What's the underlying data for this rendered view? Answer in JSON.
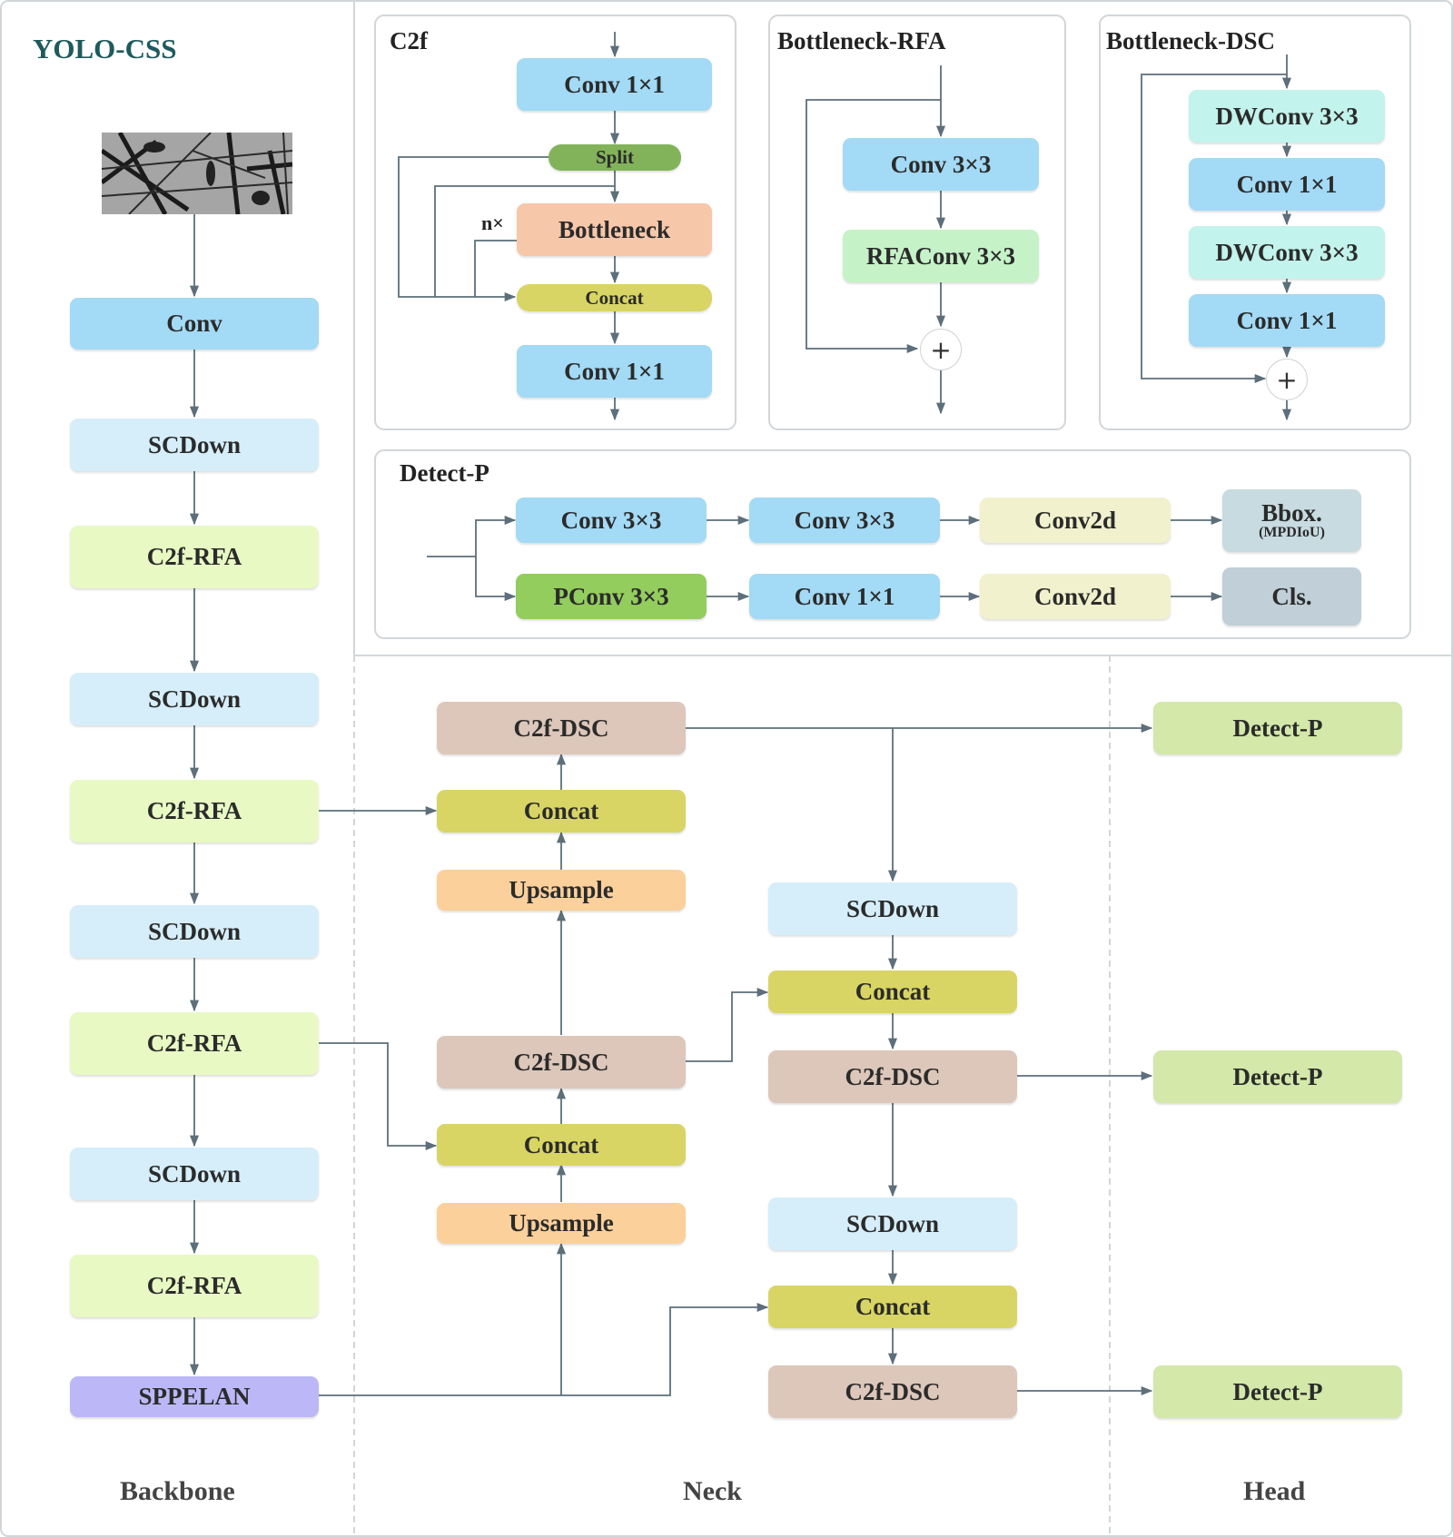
{
  "title": "YOLO-CSS",
  "sections": {
    "backbone": "Backbone",
    "neck": "Neck",
    "head": "Head"
  },
  "panels": {
    "c2f": "C2f",
    "rfa": "Bottleneck-RFA",
    "dsc": "Bottleneck-DSC",
    "detect": "Detect-P"
  },
  "c2f_panel": {
    "conv_top": "Conv 1×1",
    "split": "Split",
    "bottleneck": "Bottleneck",
    "nx": "n×",
    "concat": "Concat",
    "conv_bottom": "Conv 1×1"
  },
  "rfa_panel": {
    "conv": "Conv 3×3",
    "rfaconv": "RFAConv 3×3",
    "add": "+"
  },
  "dsc_panel": {
    "dw1": "DWConv 3×3",
    "pw1": "Conv 1×1",
    "dw2": "DWConv 3×3",
    "pw2": "Conv 1×1",
    "add": "+"
  },
  "detect_panel": {
    "row1": {
      "a": "Conv 3×3",
      "b": "Conv 3×3",
      "c": "Conv2d",
      "out": "Bbox.",
      "out_sub": "(MPDIoU)"
    },
    "row2": {
      "a": "PConv 3×3",
      "b": "Conv 1×1",
      "c": "Conv2d",
      "out": "Cls."
    }
  },
  "backbone": [
    "Conv",
    "SCDown",
    "C2f-RFA",
    "SCDown",
    "C2f-RFA",
    "SCDown",
    "C2f-RFA",
    "SCDown",
    "C2f-RFA",
    "SPPELAN"
  ],
  "neck_left": [
    "C2f-DSC",
    "Concat",
    "Upsample",
    "C2f-DSC",
    "Concat",
    "Upsample"
  ],
  "neck_right": [
    "SCDown",
    "Concat",
    "C2f-DSC",
    "SCDown",
    "Concat",
    "C2f-DSC"
  ],
  "head": [
    "Detect-P",
    "Detect-P",
    "Detect-P"
  ],
  "colors": {
    "conv": "#a3daf5",
    "scdown": "#d6eefa",
    "c2f_rfa": "#e8f9c4",
    "sppelan": "#bcb8f8",
    "c2f_dsc": "#dcc7ba",
    "concat": "#d8d564",
    "upsample": "#fbd09b",
    "detect": "#d3e8a9",
    "split": "#82b35a",
    "bottleneck": "#f7c7a9",
    "rfaconv": "#c6f2c8",
    "dwconv": "#c2f3ec",
    "conv2d": "#f1f1cd",
    "pconv": "#93cd5d",
    "bbox": "#c7dbe0",
    "cls": "#c0cfd8",
    "line": "#5c6f7a",
    "panel_border": "#d2d6d9",
    "title": "#1e5a5e"
  }
}
